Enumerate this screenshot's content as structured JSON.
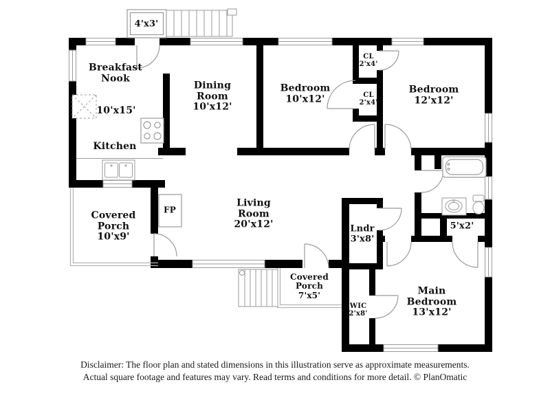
{
  "colors": {
    "wall": "#000000",
    "fixture_line": "#9a9a9a",
    "porch_line": "#b5b5b5",
    "text": "#101010"
  },
  "icons": [
    "bathtub",
    "toilet",
    "bathroom-sink",
    "kitchen-sink",
    "stove",
    "refrigerator-dashed",
    "fireplace",
    "stairs",
    "entry-stairs",
    "entry-stoop",
    "door-swing",
    "window"
  ],
  "rooms": {
    "stoop": {
      "dims": "4'x3'"
    },
    "breakfast_nook": {
      "name": "Breakfast\nNook",
      "dims": "10'x15'"
    },
    "kitchen": {
      "name": "Kitchen"
    },
    "dining": {
      "name": "Dining\nRoom",
      "dims": "10'x12'"
    },
    "bedroom1": {
      "name": "Bedroom",
      "dims": "10'x12'"
    },
    "cl1": {
      "name": "CL",
      "dims": "2'x4'"
    },
    "cl2": {
      "name": "CL",
      "dims": "2'x4'"
    },
    "bedroom2": {
      "name": "Bedroom",
      "dims": "12'x12'"
    },
    "living": {
      "name": "Living\nRoom",
      "dims": "20'x12'"
    },
    "porch_left": {
      "name": "Covered\nPorch",
      "dims": "10'x9'"
    },
    "fireplace": {
      "name": "FP"
    },
    "lndr": {
      "name": "Lndr",
      "dims": "3'x8'"
    },
    "closet_5x2": {
      "dims": "5'x2'"
    },
    "porch_bottom": {
      "name": "Covered\nPorch",
      "dims": "7'x5'"
    },
    "wic": {
      "name": "WIC",
      "dims": "2'x8'"
    },
    "main_bedroom": {
      "name": "Main\nBedroom",
      "dims": "13'x12'"
    }
  },
  "disclaimer": {
    "line1": "Disclaimer: The floor plan and stated dimensions in this illustration serve as approximate measurements.",
    "line2": "Actual square footage and features may vary. Read terms and conditions for more detail. © PlanOmatic"
  }
}
